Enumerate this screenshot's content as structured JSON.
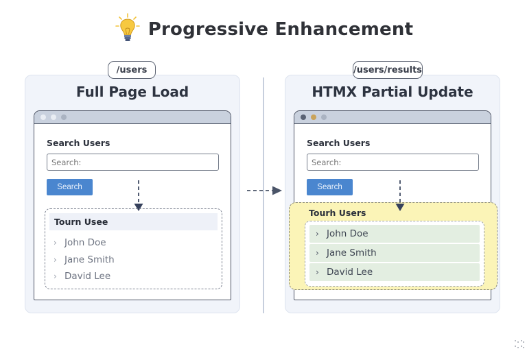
{
  "title": {
    "icon": "lightbulb-icon",
    "text": "Progressive Enhancement"
  },
  "panels": {
    "left": {
      "route": "/users",
      "heading": "Full Page Load",
      "browser_dots": [
        "#e9edf3",
        "#e9edf3",
        "#aab3c2"
      ],
      "form": {
        "label": "Search Users",
        "input_placeholder": "Search:",
        "button_label": "Search"
      },
      "results": {
        "header": "Tourn Usee",
        "items": [
          {
            "icon": "chevron-right-icon",
            "label": "John Doe"
          },
          {
            "icon": "chevron-right-icon",
            "label": "Jane Smith"
          },
          {
            "icon": "chevron-right-icon",
            "label": "David Lee"
          }
        ]
      }
    },
    "right": {
      "route": "/users/results",
      "heading": "HTMX Partial Update",
      "browser_dots": [
        "#5a6273",
        "#c9a35a",
        "#aab3c2"
      ],
      "form": {
        "label": "Search Users",
        "input_placeholder": "Search:",
        "button_label": "Search"
      },
      "results": {
        "header": "Tourh Users",
        "items": [
          {
            "icon": "chevron-right-icon",
            "label": "John Doe"
          },
          {
            "icon": "chevron-right-icon",
            "label": "Jane Smith"
          },
          {
            "icon": "chevron-right-icon",
            "label": "David Lee"
          }
        ]
      }
    }
  },
  "arrows": {
    "between_panels": "dashed-arrow-right-icon",
    "request_flow": "dashed-arrow-down-icon"
  },
  "colors": {
    "accent_button": "#4a86cf",
    "swap_highlight": "#fbf4b7",
    "result_row": "#e3eee1",
    "arrow": "#3f4a63"
  }
}
